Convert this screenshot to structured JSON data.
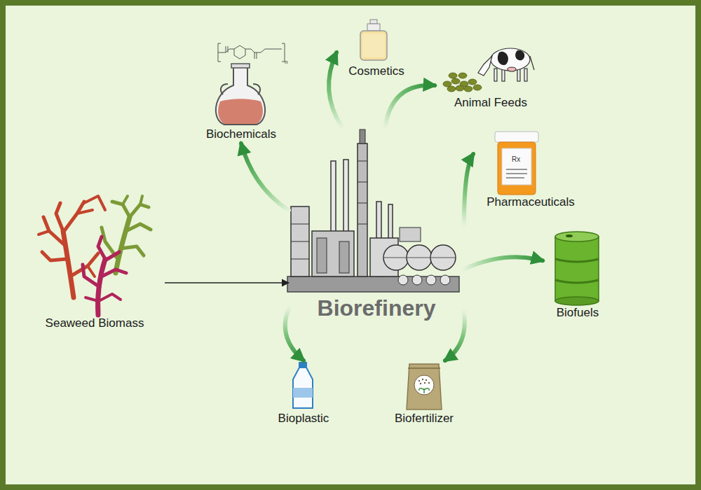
{
  "diagram": {
    "nodes": [
      {
        "text": [
          "Seaweed Biomass"
        ]
      },
      {
        "text": [
          "Biorefinery"
        ]
      },
      {
        "text": [
          "Biochemicals"
        ]
      },
      {
        "text": [
          "Cosmetics"
        ]
      },
      {
        "text": [
          "Animal Feeds"
        ]
      },
      {
        "text": [
          "Pharmaceuticals"
        ]
      },
      {
        "text": [
          "Biofuels"
        ]
      },
      {
        "text": [
          "Bioplastic"
        ]
      },
      {
        "text": [
          "Biofertilizer"
        ]
      }
    ],
    "edges": [
      {
        "from": 0,
        "to": 1,
        "arrow": "to"
      },
      {
        "from": 1,
        "to": 2,
        "arrow": "to"
      },
      {
        "from": 1,
        "to": 3,
        "arrow": "to"
      },
      {
        "from": 1,
        "to": 4,
        "arrow": "to"
      },
      {
        "from": 1,
        "to": 5,
        "arrow": "to"
      },
      {
        "from": 1,
        "to": 6,
        "arrow": "to"
      },
      {
        "from": 1,
        "to": 7,
        "arrow": "to"
      },
      {
        "from": 1,
        "to": 8,
        "arrow": "to"
      }
    ],
    "labels": [
      "n",
      "Rx"
    ]
  }
}
